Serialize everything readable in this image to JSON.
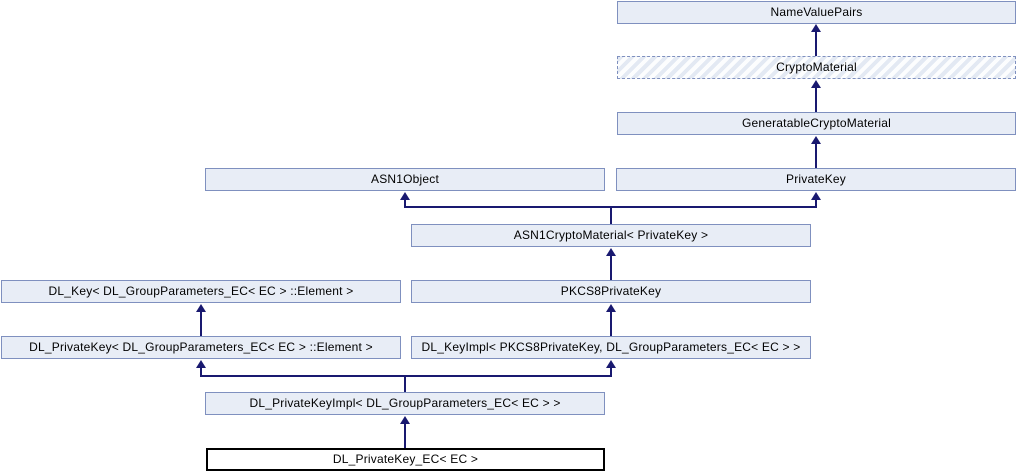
{
  "diagram": {
    "type": "class-inheritance-graph",
    "colors": {
      "background": "#FFFFFF",
      "node_fill": "#E8EDF6",
      "node_border": "#7F90BF",
      "edge": "#191970",
      "main_node_fill": "#FFFFFF",
      "main_node_border": "#000000"
    },
    "arrow_direction": "child-to-parent",
    "nodes": [
      {
        "label": "NameValuePairs",
        "style": "solid"
      },
      {
        "label": "CryptoMaterial",
        "style": "dashed-hatched"
      },
      {
        "label": "GeneratableCryptoMaterial",
        "style": "solid"
      },
      {
        "label": "ASN1Object",
        "style": "solid"
      },
      {
        "label": "PrivateKey",
        "style": "solid"
      },
      {
        "label": "ASN1CryptoMaterial< PrivateKey >",
        "style": "solid"
      },
      {
        "label": "DL_Key< DL_GroupParameters_EC< EC > ::Element >",
        "style": "solid"
      },
      {
        "label": "PKCS8PrivateKey",
        "style": "solid"
      },
      {
        "label": "DL_PrivateKey< DL_GroupParameters_EC< EC > ::Element >",
        "style": "solid"
      },
      {
        "label": "DL_KeyImpl< PKCS8PrivateKey, DL_GroupParameters_EC< EC > >",
        "style": "solid"
      },
      {
        "label": "DL_PrivateKeyImpl< DL_GroupParameters_EC< EC > >",
        "style": "solid"
      },
      {
        "label": "DL_PrivateKey_EC< EC >",
        "style": "main"
      }
    ],
    "edges": [
      {
        "child": "CryptoMaterial",
        "parent": "NameValuePairs"
      },
      {
        "child": "GeneratableCryptoMaterial",
        "parent": "CryptoMaterial"
      },
      {
        "child": "PrivateKey",
        "parent": "GeneratableCryptoMaterial"
      },
      {
        "child": "ASN1CryptoMaterial< PrivateKey >",
        "parent": "ASN1Object"
      },
      {
        "child": "ASN1CryptoMaterial< PrivateKey >",
        "parent": "PrivateKey"
      },
      {
        "child": "PKCS8PrivateKey",
        "parent": "ASN1CryptoMaterial< PrivateKey >"
      },
      {
        "child": "DL_PrivateKey< DL_GroupParameters_EC< EC > ::Element >",
        "parent": "DL_Key< DL_GroupParameters_EC< EC > ::Element >"
      },
      {
        "child": "DL_KeyImpl< PKCS8PrivateKey, DL_GroupParameters_EC< EC > >",
        "parent": "PKCS8PrivateKey"
      },
      {
        "child": "DL_PrivateKeyImpl< DL_GroupParameters_EC< EC > >",
        "parent": "DL_PrivateKey< DL_GroupParameters_EC< EC > ::Element >"
      },
      {
        "child": "DL_PrivateKeyImpl< DL_GroupParameters_EC< EC > >",
        "parent": "DL_KeyImpl< PKCS8PrivateKey, DL_GroupParameters_EC< EC > >"
      },
      {
        "child": "DL_PrivateKey_EC< EC >",
        "parent": "DL_PrivateKeyImpl< DL_GroupParameters_EC< EC > >"
      }
    ]
  }
}
